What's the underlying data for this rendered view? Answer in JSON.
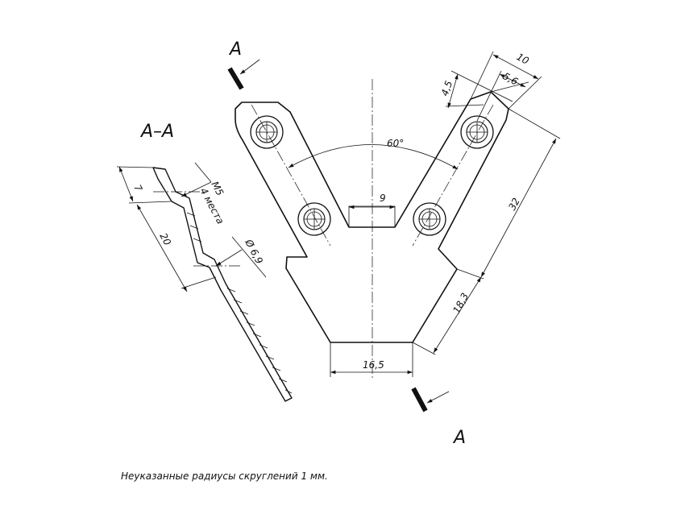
{
  "section_marker": "A",
  "section_title": "A–A",
  "dimensions": {
    "width_top": "10",
    "edge_offset": "4,5",
    "hole_offset": "5,6",
    "length_long": "32",
    "length_lower": "18,3",
    "base_width": "16,5",
    "slot_width": "9",
    "angle": "60°",
    "section_spacing": "20",
    "section_end": "7",
    "thread": "M5",
    "thread_count": "4 места",
    "bore_diameter": "Ø 6,9"
  },
  "note": "Неуказанные радиусы скруглений 1 мм."
}
